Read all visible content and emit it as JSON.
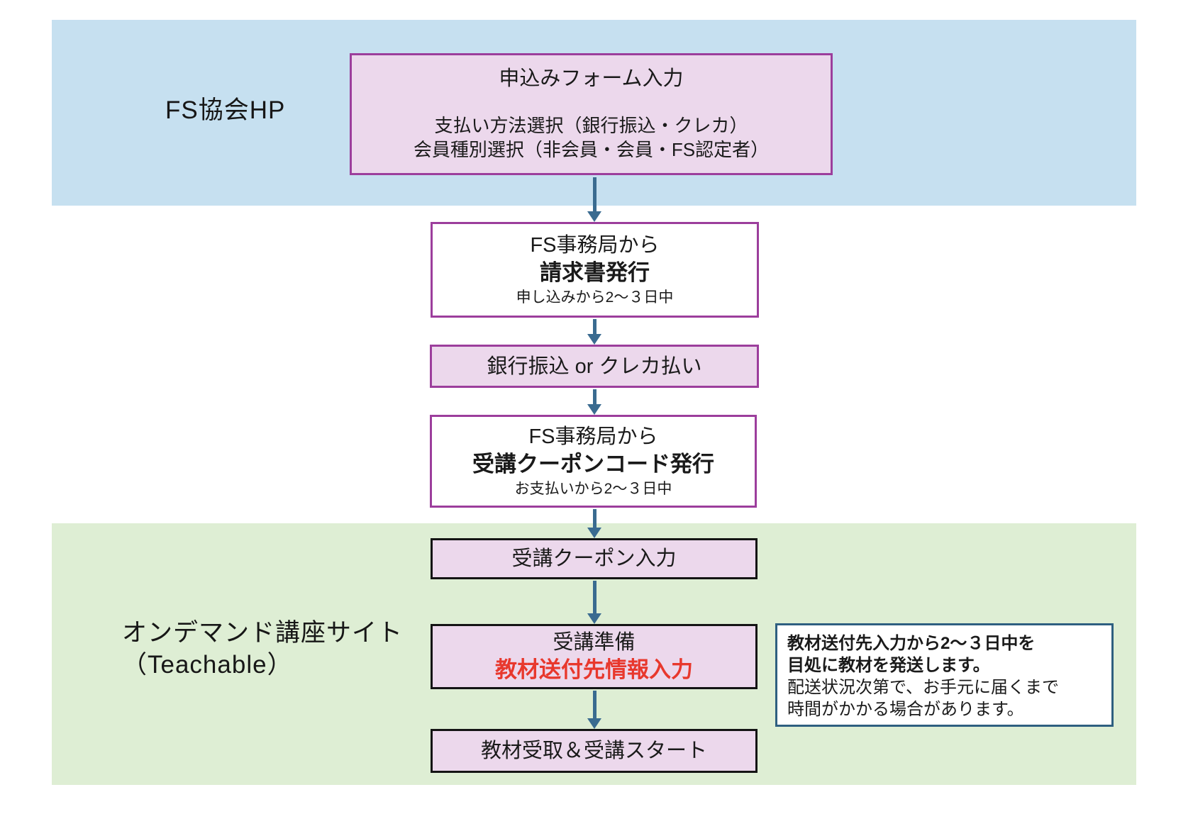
{
  "sections": {
    "fs_site": {
      "label": "FS協会HP"
    },
    "teachable": {
      "line1": "オンデマンド講座サイト",
      "line2": "（Teachable）"
    }
  },
  "flow": {
    "step1": {
      "title": "申込みフォーム入力",
      "detail1": "支払い方法選択（銀行振込・クレカ）",
      "detail2": "会員種別選択（非会員・会員・FS認定者）"
    },
    "step2": {
      "line1": "FS事務局から",
      "line2": "請求書発行",
      "line3": "申し込みから2～３日中"
    },
    "step3": {
      "label": "銀行振込 or クレカ払い"
    },
    "step4": {
      "line1": "FS事務局から",
      "line2": "受講クーポンコード発行",
      "line3": "お支払いから2～３日中"
    },
    "step5": {
      "label": "受講クーポン入力"
    },
    "step6": {
      "line1": "受講準備",
      "line2": "教材送付先情報入力"
    },
    "step7": {
      "label": "教材受取＆受講スタート"
    }
  },
  "note": {
    "line1": "教材送付先入力から2～３日中を",
    "line2": "目処に教材を発送します。",
    "line3": "配送状況次第で、お手元に届くまで",
    "line4": "時間がかかる場合があります。"
  },
  "colors": {
    "band_blue": "#c6e0f0",
    "band_green": "#deeed4",
    "box_pink": "#ecd8ec",
    "border_purple": "#9c3e9c",
    "border_dark": "#141414",
    "arrow_blue": "#3a6b90",
    "note_border": "#2e5f80",
    "highlight_red": "#e8382d"
  }
}
